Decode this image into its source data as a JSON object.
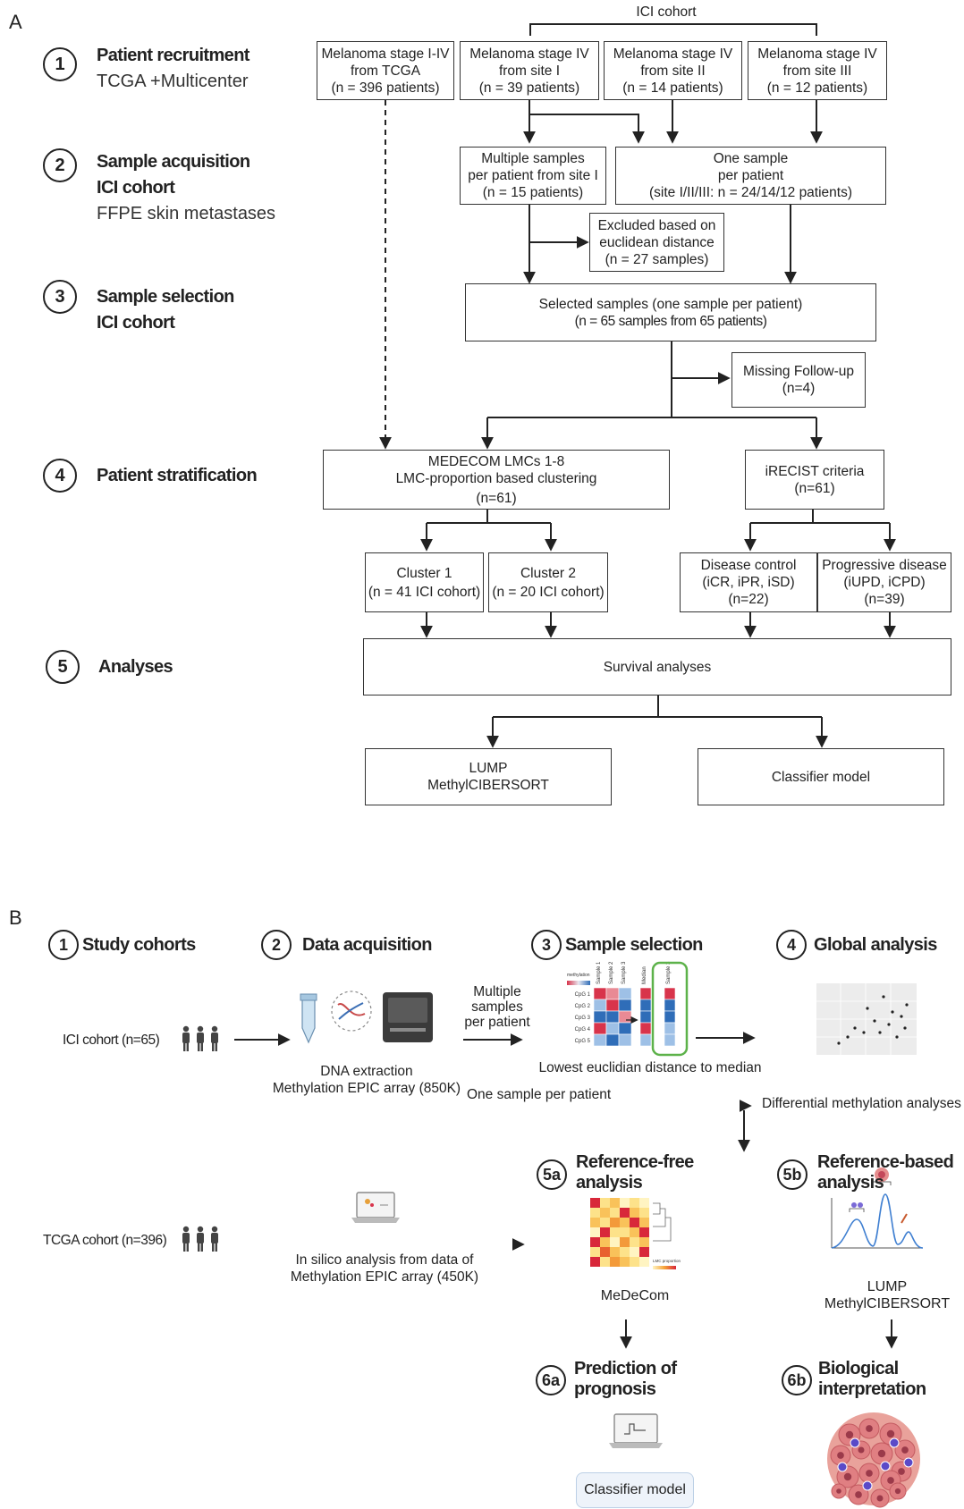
{
  "panel_a": {
    "letter": "A",
    "ici_cohort_label": "ICI cohort",
    "steps": [
      {
        "num": "1",
        "title": "Patient recruitment",
        "sub": "TCGA +Multicenter"
      },
      {
        "num": "2",
        "title": "Sample acquisition",
        "title2": "ICI cohort",
        "sub": "FFPE skin metastases"
      },
      {
        "num": "3",
        "title": "Sample selection",
        "title2": "ICI cohort"
      },
      {
        "num": "4",
        "title": "Patient stratification"
      },
      {
        "num": "5",
        "title": "Analyses"
      }
    ],
    "boxes": {
      "tcga": [
        "Melanoma stage I-IV",
        "from TCGA",
        "(n = 396 patients)"
      ],
      "site1": [
        "Melanoma stage IV",
        "from site I",
        "(n = 39 patients)"
      ],
      "site2": [
        "Melanoma stage IV",
        "from site II",
        "(n = 14 patients)"
      ],
      "site3": [
        "Melanoma stage IV",
        "from site III",
        "(n = 12 patients)"
      ],
      "multiple": [
        "Multiple samples",
        "per patient from site I",
        "(n = 15 patients)"
      ],
      "one_sample": [
        "One sample",
        "per patient",
        "(site I/II/III: n = 24/14/12 patients)"
      ],
      "excluded": [
        "Excluded based on",
        "euclidean distance",
        "(n = 27 samples)"
      ],
      "selected": [
        "Selected samples (one sample per patient)",
        "(n = 65 samples from 65 patients)"
      ],
      "missing": [
        "Missing Follow-up",
        "(n=4)"
      ],
      "medecom": [
        "MEDECOM LMCs 1-8",
        "LMC-proportion based clustering",
        "(n=61)"
      ],
      "irecist": [
        "iRECIST criteria",
        "(n=61)"
      ],
      "cluster1": [
        "Cluster 1",
        "(n = 41 ICI cohort)"
      ],
      "cluster2": [
        "Cluster 2",
        "(n = 20 ICI cohort)"
      ],
      "disease_control": [
        "Disease control",
        "(iCR, iPR, iSD)",
        "(n=22)"
      ],
      "progressive": [
        "Progressive disease",
        "(iUPD, iCPD)",
        "(n=39)"
      ],
      "survival": [
        "Survival analyses"
      ],
      "lump": [
        "LUMP",
        "MethylCIBERSORT"
      ],
      "classifier": [
        "Classifier model"
      ]
    }
  },
  "panel_b": {
    "letter": "B",
    "steps": {
      "s1": {
        "num": "1",
        "title": "Study cohorts"
      },
      "s2": {
        "num": "2",
        "title": "Data acquisition"
      },
      "s3": {
        "num": "3",
        "title": "Sample selection"
      },
      "s4": {
        "num": "4",
        "title": "Global analysis"
      },
      "s5a": {
        "num": "5a",
        "title": "Reference-free",
        "title2": "analysis"
      },
      "s5b": {
        "num": "5b",
        "title": "Reference-based",
        "title2": "analysis"
      },
      "s6a": {
        "num": "6a",
        "title": "Prediction of",
        "title2": "prognosis"
      },
      "s6b": {
        "num": "6b",
        "title": "Biological",
        "title2": "interpretation"
      }
    },
    "ici_cohort": "ICI cohort (n=65)",
    "tcga_cohort": "TCGA cohort (n=396)",
    "dna_extraction": [
      "DNA extraction",
      "Methylation EPIC array (850K)"
    ],
    "multiple_samples": [
      "Multiple",
      "samples",
      "per patient"
    ],
    "lowest_distance": "Lowest euclidian distance to median",
    "one_sample": "One sample per patient",
    "differential": "Differential methylation analyses",
    "in_silico": [
      "In silico analysis from data of",
      "Methylation EPIC array (450K)"
    ],
    "medecom": "MeDeCom",
    "lump": [
      "LUMP",
      "MethylCIBERSORT"
    ],
    "classifier": "Classifier model",
    "heatmap_legend": "methylation",
    "heatmap_cols": [
      "Sample 1",
      "Sample 2",
      "Sample 3",
      "Median",
      "Sample 3"
    ],
    "heatmap_rows": [
      "CpG 1",
      "CpG 2",
      "CpG 3",
      "CpG 4",
      "CpG 5"
    ],
    "lmc_legend": "LMC proportion"
  }
}
